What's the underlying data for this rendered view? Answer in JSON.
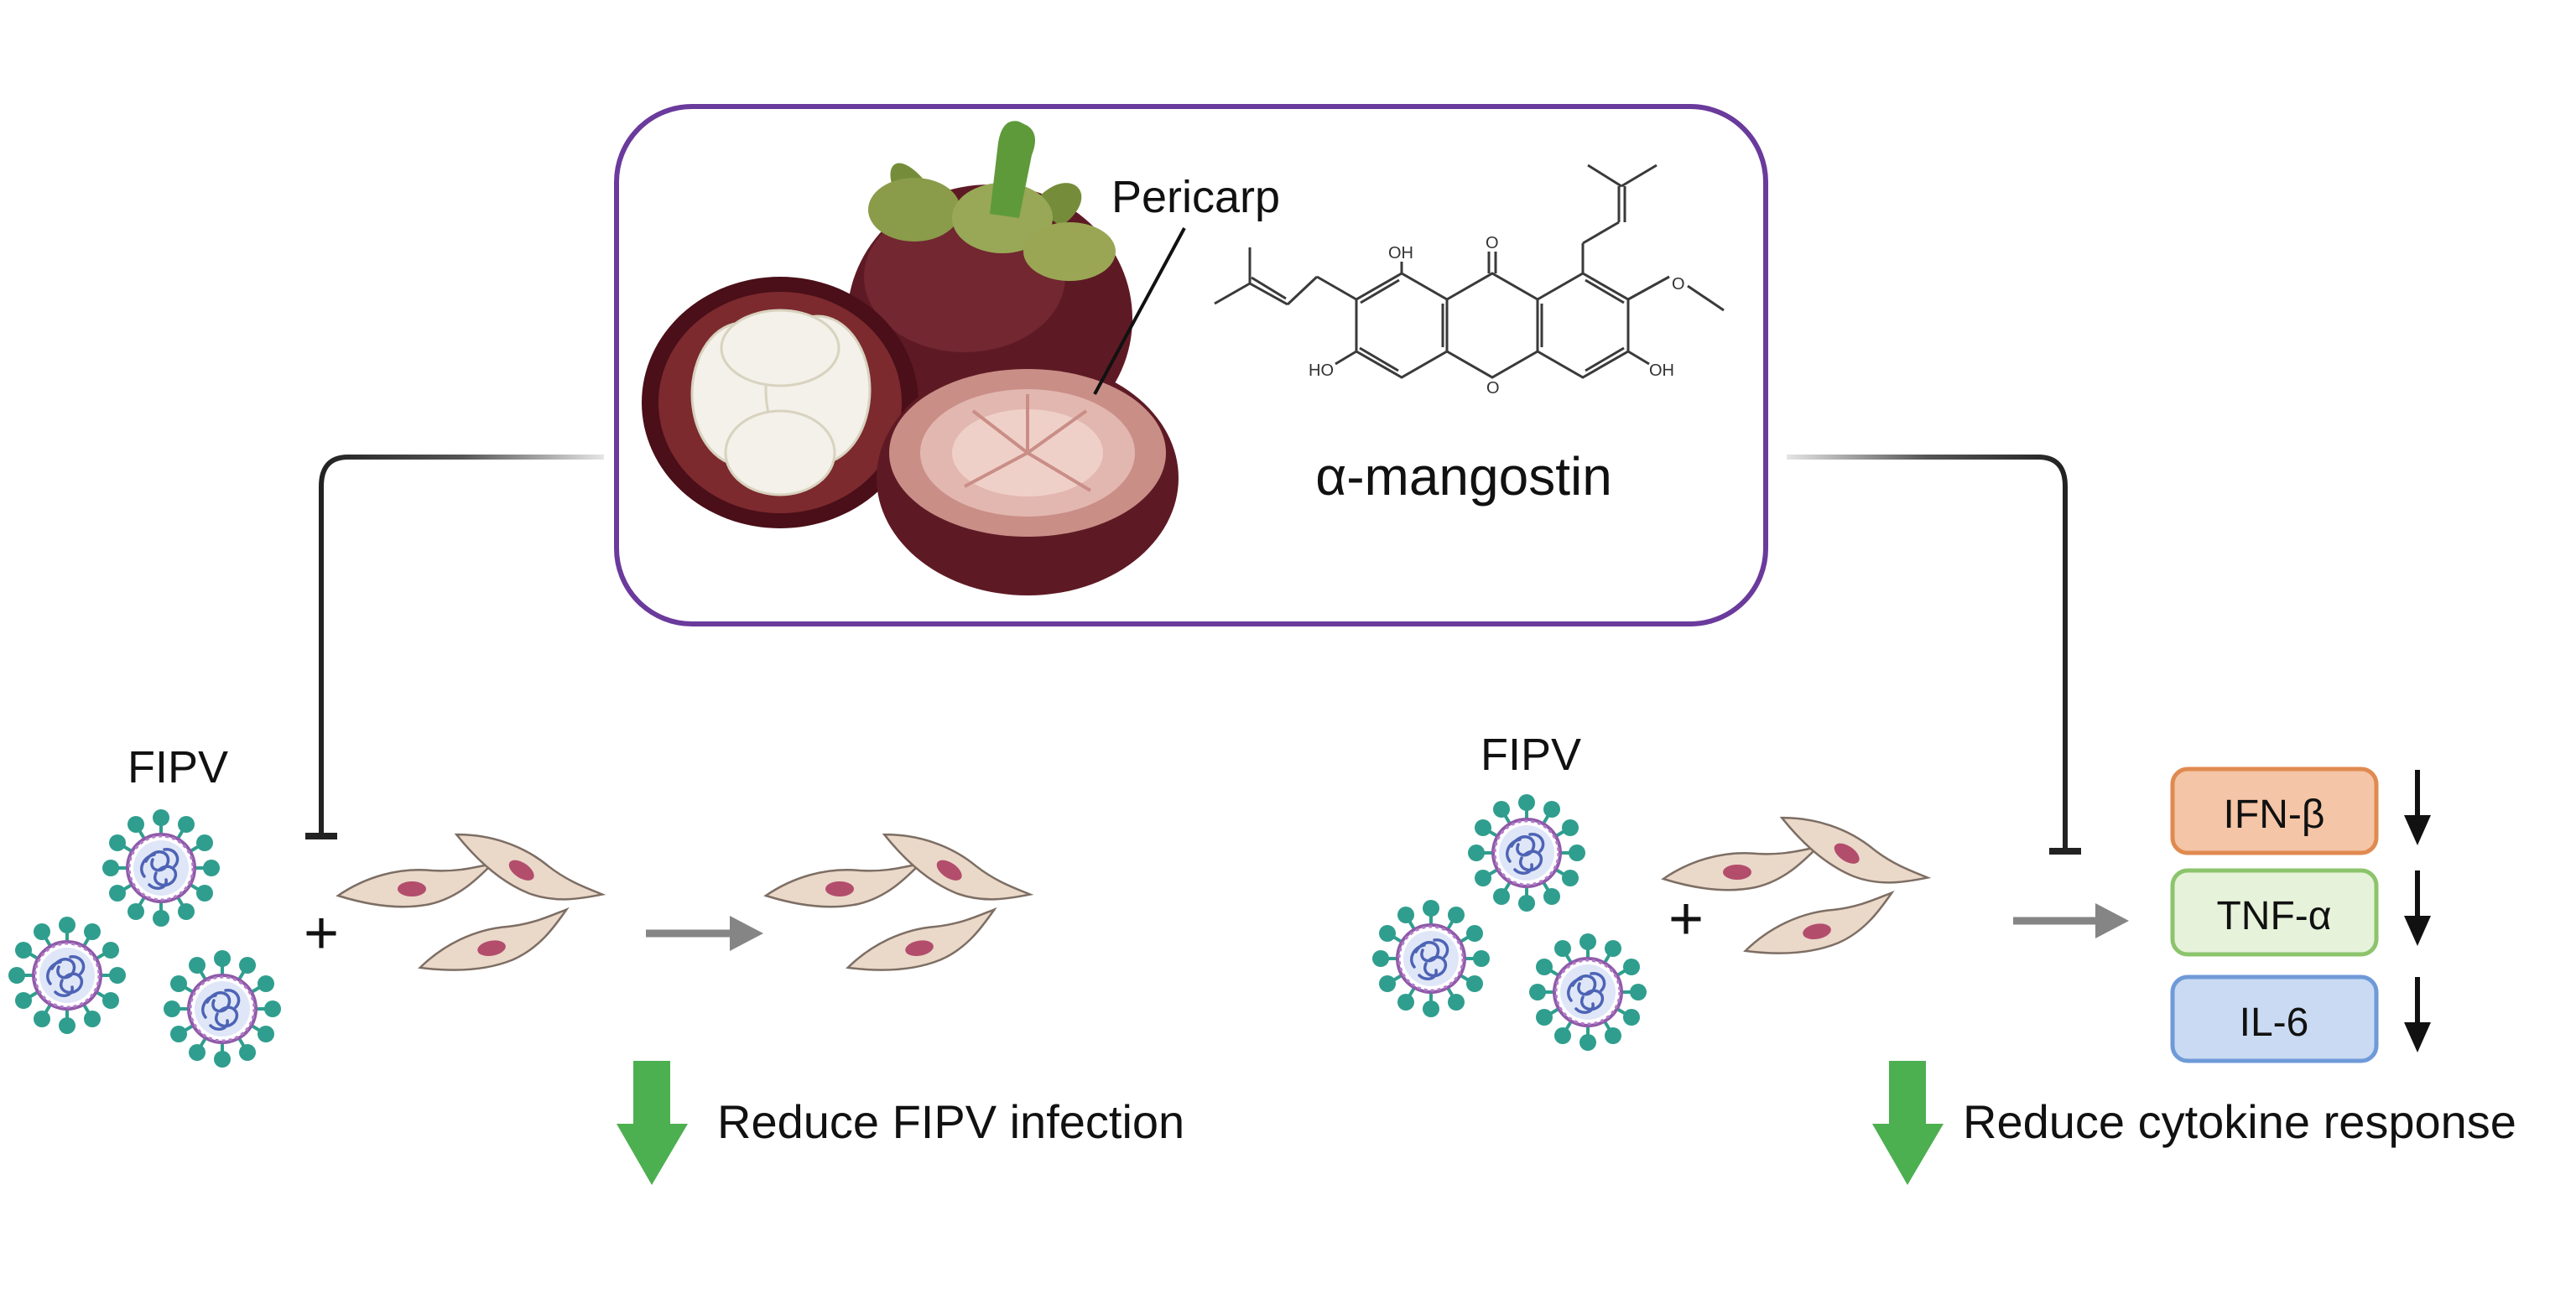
{
  "center_box": {
    "pericarp_label": "Pericarp",
    "compound_name": "α-mangostin",
    "molecule_labels": {
      "oh_top": "OH",
      "o_ketone": "O",
      "o_ring": "O",
      "oh_left": "HO",
      "oh_right": "OH"
    },
    "border_color": "#6a3a9c"
  },
  "left_panel": {
    "virus_label": "FIPV",
    "plus": "+",
    "outcome": "Reduce FIPV infection"
  },
  "right_panel": {
    "virus_label": "FIPV",
    "plus": "+",
    "outcome": "Reduce cytokine response",
    "cytokines": [
      {
        "label": "IFN-β",
        "fill": "#f4c5a6",
        "stroke": "#e08a50"
      },
      {
        "label": "TNF-α",
        "fill": "#e6f2da",
        "stroke": "#8cc46c"
      },
      {
        "label": "IL-6",
        "fill": "#c9daf2",
        "stroke": "#6f9ad8"
      }
    ]
  },
  "colors": {
    "down_arrow": "#4caf50",
    "process_arrow": "#858585",
    "cell_fill": "#ead8c9",
    "cell_nucleus": "#b34d6c",
    "virus_spike": "#2f9e8e",
    "virus_core": "#4d63b5"
  }
}
